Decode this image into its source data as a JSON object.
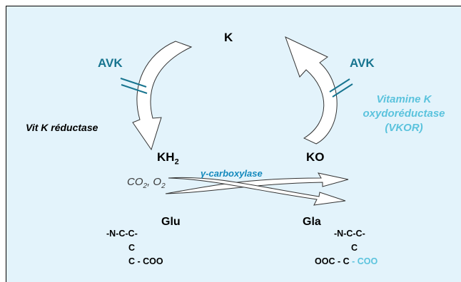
{
  "labels": {
    "k": "K",
    "avk_left": "AVK",
    "avk_right": "AVK",
    "vit_k_reductase": "Vit K réductase",
    "vkor_line1": "Vitamine K",
    "vkor_line2": "oxydoréductase",
    "vkor_line3": "(VKOR)",
    "kh2_base": "KH",
    "kh2_sub": "2",
    "ko": "KO",
    "co2_base": "CO",
    "co2_sub": "2",
    "o2_sep": ", O",
    "o2_sub": "2",
    "gamma_carboxylase": "γ-carboxylase",
    "glu": "Glu",
    "gla": "Gla",
    "glu_struct_line1": "-N-C-C-",
    "glu_struct_line2": "C",
    "glu_struct_line3": "C - COO",
    "gla_struct_line1": "-N-C-C-",
    "gla_struct_line2": "C",
    "gla_struct_line3a": "OOC - C",
    "gla_struct_line3b": " - COO"
  },
  "colors": {
    "background": "#e3f3fb",
    "avk": "#17748f",
    "vkor": "#5bc3dd",
    "gamma": "#1389bd",
    "arrow_fill": "#ffffff",
    "arrow_stroke": "#333333"
  }
}
